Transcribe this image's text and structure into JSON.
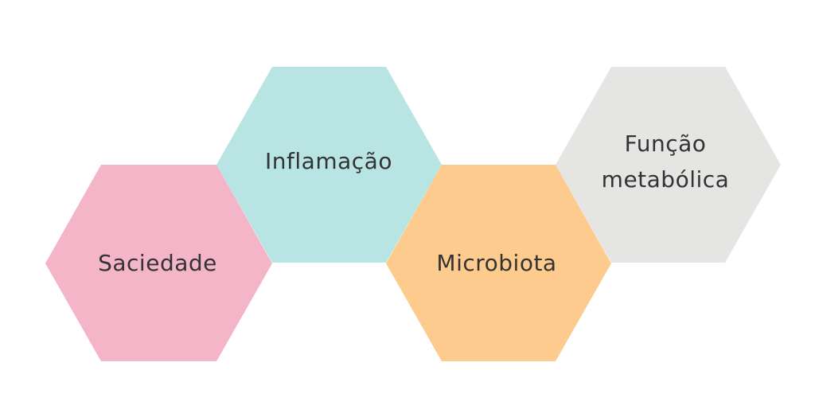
{
  "diagram": {
    "hexagons": [
      {
        "id": "saciedade",
        "lines": [
          "Saciedade"
        ],
        "color": "#F3B5C7"
      },
      {
        "id": "inflamacao",
        "lines": [
          "Inflamação"
        ],
        "color": "#B8E5E3"
      },
      {
        "id": "microbiota",
        "lines": [
          "Microbiota"
        ],
        "color": "#FCCB8D"
      },
      {
        "id": "funcao-metabolica",
        "lines": [
          "Função",
          "metabólica"
        ],
        "color": "#E5E5E3"
      }
    ],
    "text_color": "#333333"
  }
}
